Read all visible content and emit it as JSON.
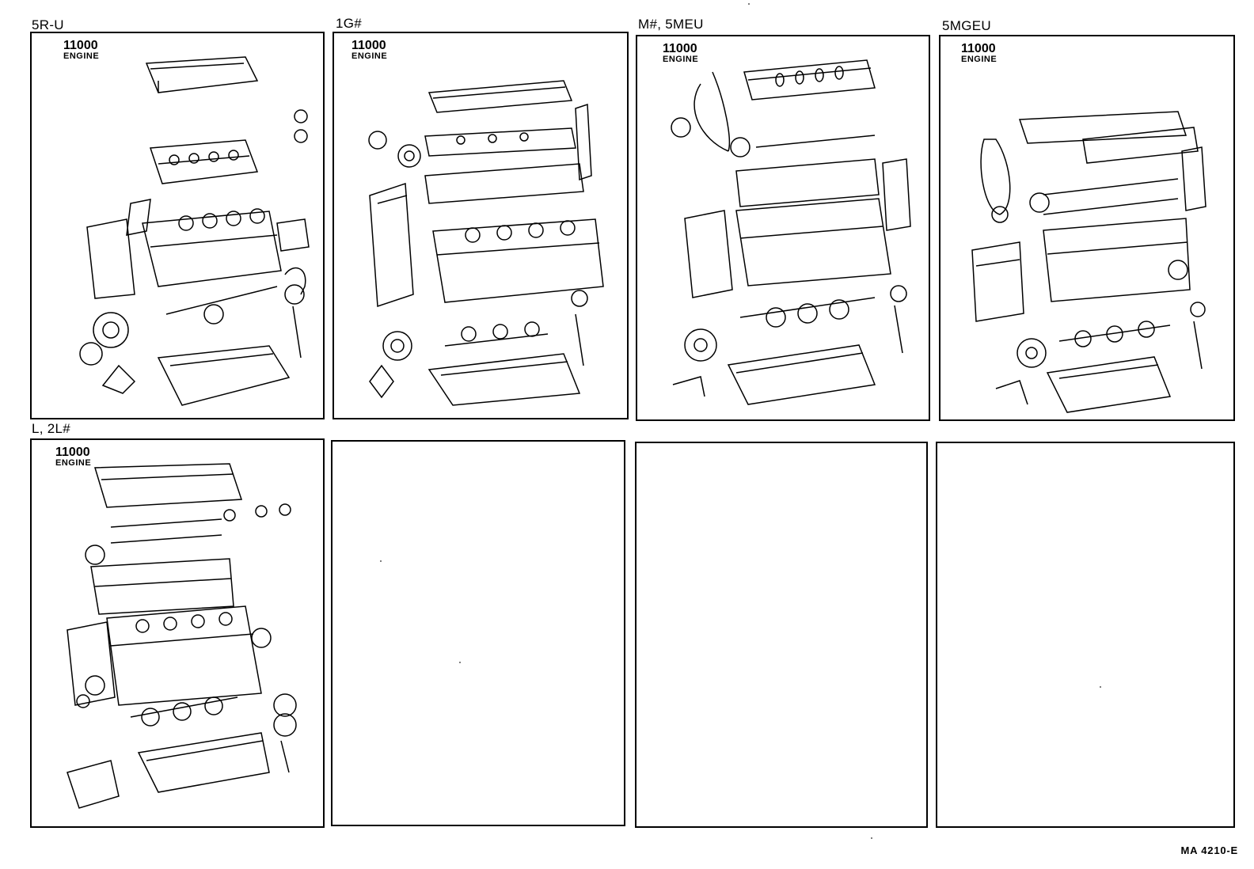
{
  "panels": [
    {
      "model": "5R-U",
      "part_no": "11000",
      "part_name": "ENGINE"
    },
    {
      "model": "1G#",
      "part_no": "11000",
      "part_name": "ENGINE"
    },
    {
      "model": "M#, 5MEU",
      "part_no": "11000",
      "part_name": "ENGINE"
    },
    {
      "model": "5MGEU",
      "part_no": "11000",
      "part_name": "ENGINE"
    },
    {
      "model": "L, 2L#",
      "part_no": "11000",
      "part_name": "ENGINE"
    }
  ],
  "reference": "MA  4210-E",
  "colors": {
    "line": "#000000",
    "background": "#ffffff"
  }
}
